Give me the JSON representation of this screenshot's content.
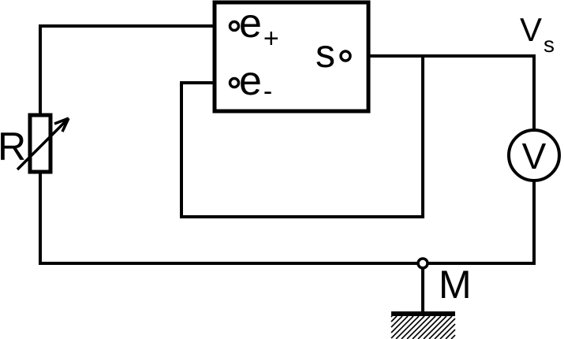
{
  "diagram": {
    "kind": "electrical-circuit-schematic",
    "colors": {
      "line": "#000000",
      "background": "#ffffff"
    },
    "labels": {
      "input_plus": {
        "base": "e",
        "sub": "+"
      },
      "input_minus": {
        "base": "e",
        "sub": "-"
      },
      "output": "s",
      "supply_voltage": {
        "base": "V",
        "sub": "s"
      },
      "resistor": "R",
      "ground_node": "M",
      "voltmeter": "V"
    }
  }
}
